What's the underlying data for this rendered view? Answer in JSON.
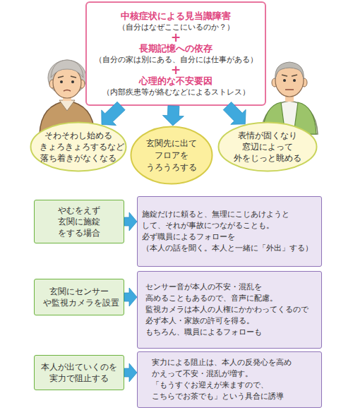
{
  "diagram": {
    "nodes": [
      {
        "text": [
          "中核症状による見当識障害",
          "（自分はなぜここにいるのか？）",
          "+",
          "長期記憶への依存",
          "（自分の家は別にある、自分には仕事がある）",
          "+",
          "心理的な不安要因",
          "（内部疾患等が絡むなどによるストレス）"
        ]
      },
      {
        "text": [
          "そわそわし始める きょろきょろするなど 落ち着きがなくなる"
        ]
      },
      {
        "text": [
          "玄関先に出て フロアを うろうろする"
        ]
      },
      {
        "text": [
          "表情が固くなり 窓辺によって 外をじっと眺める"
        ]
      },
      {
        "text": [
          "やむをえず 玄関に施錠 をする場合"
        ]
      },
      {
        "text": [
          "施錠だけに頼ると、無理にこじあけようと して、それが事故につながることも。 必ず職員によるフォローを （本人の話を聞く。本人と一緒に「外出」する）"
        ]
      },
      {
        "text": [
          "玄関にセンサー や監視カメラを設置"
        ]
      },
      {
        "text": [
          "センサー音が本人の不安・混乱を 高めることもあるので、音声に配慮。 監視カメラは本人の人権にかかわってくるので 必ず本人・家族の許可を得る。 もちろん、職員によるフォローも"
        ]
      },
      {
        "text": [
          "本人が出ていくのを 実力で阻止する"
        ]
      },
      {
        "text": [
          "実力による阻止は、本人の反発心を高め かえって不安・混乱が増す。 「もうすぐお迎えが来ますので、 こちらでお茶でも」という具合に誘導"
        ]
      }
    ],
    "edges": [
      {
        "from": 0,
        "to": 1,
        "arrow": "to"
      },
      {
        "from": 0,
        "to": 2,
        "arrow": "to"
      },
      {
        "from": 0,
        "to": 3,
        "arrow": "to"
      },
      {
        "from": 4,
        "to": 5,
        "arrow": "to"
      },
      {
        "from": 6,
        "to": 7,
        "arrow": "to"
      },
      {
        "from": 8,
        "to": 9,
        "arrow": "to"
      }
    ]
  }
}
